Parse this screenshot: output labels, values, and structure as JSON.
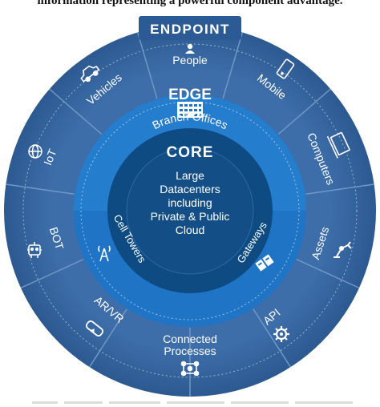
{
  "caption": "information representing a powerful component advantage.",
  "rings": {
    "endpoint_title": "ENDPOINT",
    "edge_title": "EDGE",
    "core_title": "CORE"
  },
  "core": {
    "lines": [
      "Large",
      "Datacenters",
      "including",
      "Private & Public",
      "Cloud"
    ]
  },
  "edge_items": {
    "branch_offices": "Branch Offices",
    "cell_towers": "Cell Towers",
    "gateways": "Gateways"
  },
  "endpoint_items": {
    "people": "People",
    "mobile": "Mobile",
    "computers": "Computers",
    "assets": "Assets",
    "api": "API",
    "connected_processes_1": "Connected",
    "connected_processes_2": "Processes",
    "ar_vr": "AR/VR",
    "bot": "BOT",
    "iot": "IoT",
    "vehicles": "Vehicles"
  },
  "colors": {
    "outer_ring": "#3a6aa6",
    "outer_ring_dark": "#2f5b93",
    "edge_ring": "#1f74c6",
    "edge_ring_dark": "#185f9f",
    "core": "#0e4b83",
    "core_inner": "#134f86"
  }
}
